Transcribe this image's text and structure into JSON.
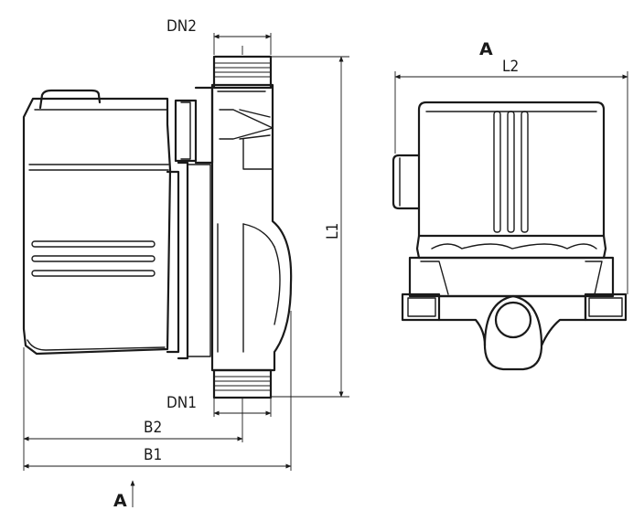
{
  "dimensions": {
    "dn2": "DN2",
    "dn1": "DN1",
    "l1": "L1",
    "l2": "L2",
    "b1": "B1",
    "b2": "B2"
  },
  "views": {
    "view_a_label": "A",
    "arrow_a_label": "A"
  }
}
